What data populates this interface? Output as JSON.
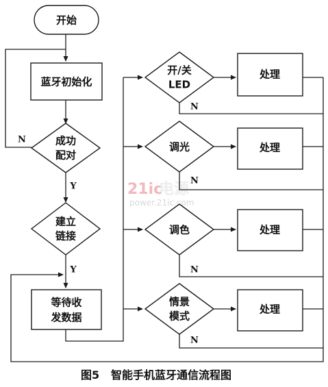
{
  "nodes": {
    "start": "开始",
    "init": "蓝牙初始化",
    "pair": [
      "成功",
      "配对"
    ],
    "link": [
      "建立",
      "链接"
    ],
    "wait": [
      "等待收",
      "发数据"
    ],
    "led": [
      "开/关",
      "LED"
    ],
    "dim": "调光",
    "color": "调色",
    "scene": [
      "情景",
      "模式"
    ],
    "process": [
      "处理",
      "处理",
      "处理",
      "处理"
    ]
  },
  "branch_labels": {
    "no": "N",
    "yes": "Y"
  },
  "caption": {
    "figure_num": "图5",
    "title": "智能手机蓝牙通信流程图"
  },
  "watermark": {
    "brand_a": "21ic",
    "brand_b": "电源",
    "url": "power.21ic.com"
  }
}
